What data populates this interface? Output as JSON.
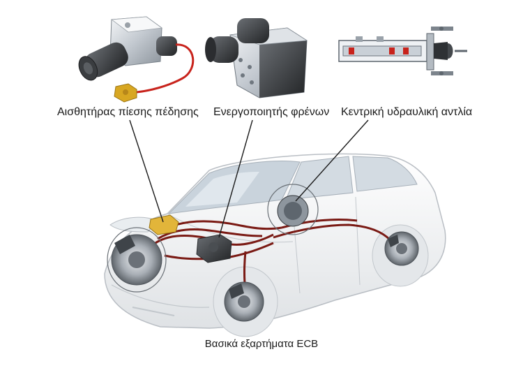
{
  "labels": {
    "sensor": "Αισθητήρας πίεσης πέδησης",
    "actuator": "Ενεργοποιητής φρένων",
    "master_cylinder": "Κεντρική υδραυλική αντλία"
  },
  "caption": "Βασικά εξαρτήματα ECB",
  "colors": {
    "brake_line": "#7a1a14",
    "pointer_line": "#1a1a1a",
    "car_body": "#f2f3f4",
    "car_outline": "#b9bec4",
    "glass": "#c9d3dc",
    "sensor_fitting": "#d8a722",
    "sensor_wire": "#c8231c"
  },
  "icons": [
    "brake-pressure-sensor-icon",
    "brake-actuator-icon",
    "master-cylinder-icon",
    "car-illustration",
    "disc-brake-icon"
  ]
}
